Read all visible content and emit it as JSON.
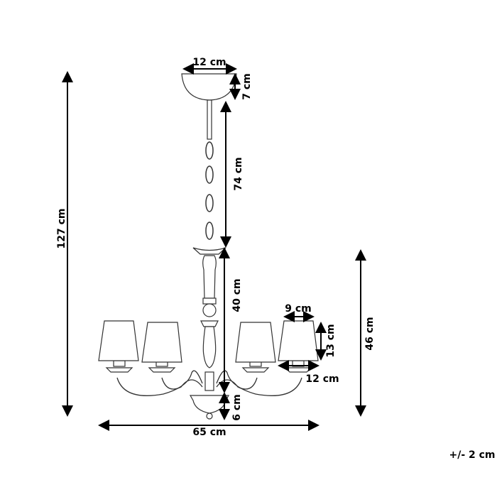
{
  "dimensions": {
    "total_height": "127 cm",
    "canopy_width": "12 cm",
    "canopy_height": "7 cm",
    "chain_length": "74 cm",
    "body_height": "40 cm",
    "bottom_height": "6 cm",
    "arms_height": "46 cm",
    "shade_top_width": "9 cm",
    "shade_height": "13 cm",
    "shade_bottom_width": "12 cm",
    "total_width": "65 cm"
  },
  "tolerance": "+/- 2 cm",
  "colors": {
    "line": "#000000",
    "drawing": "#333333",
    "background": "#ffffff"
  }
}
